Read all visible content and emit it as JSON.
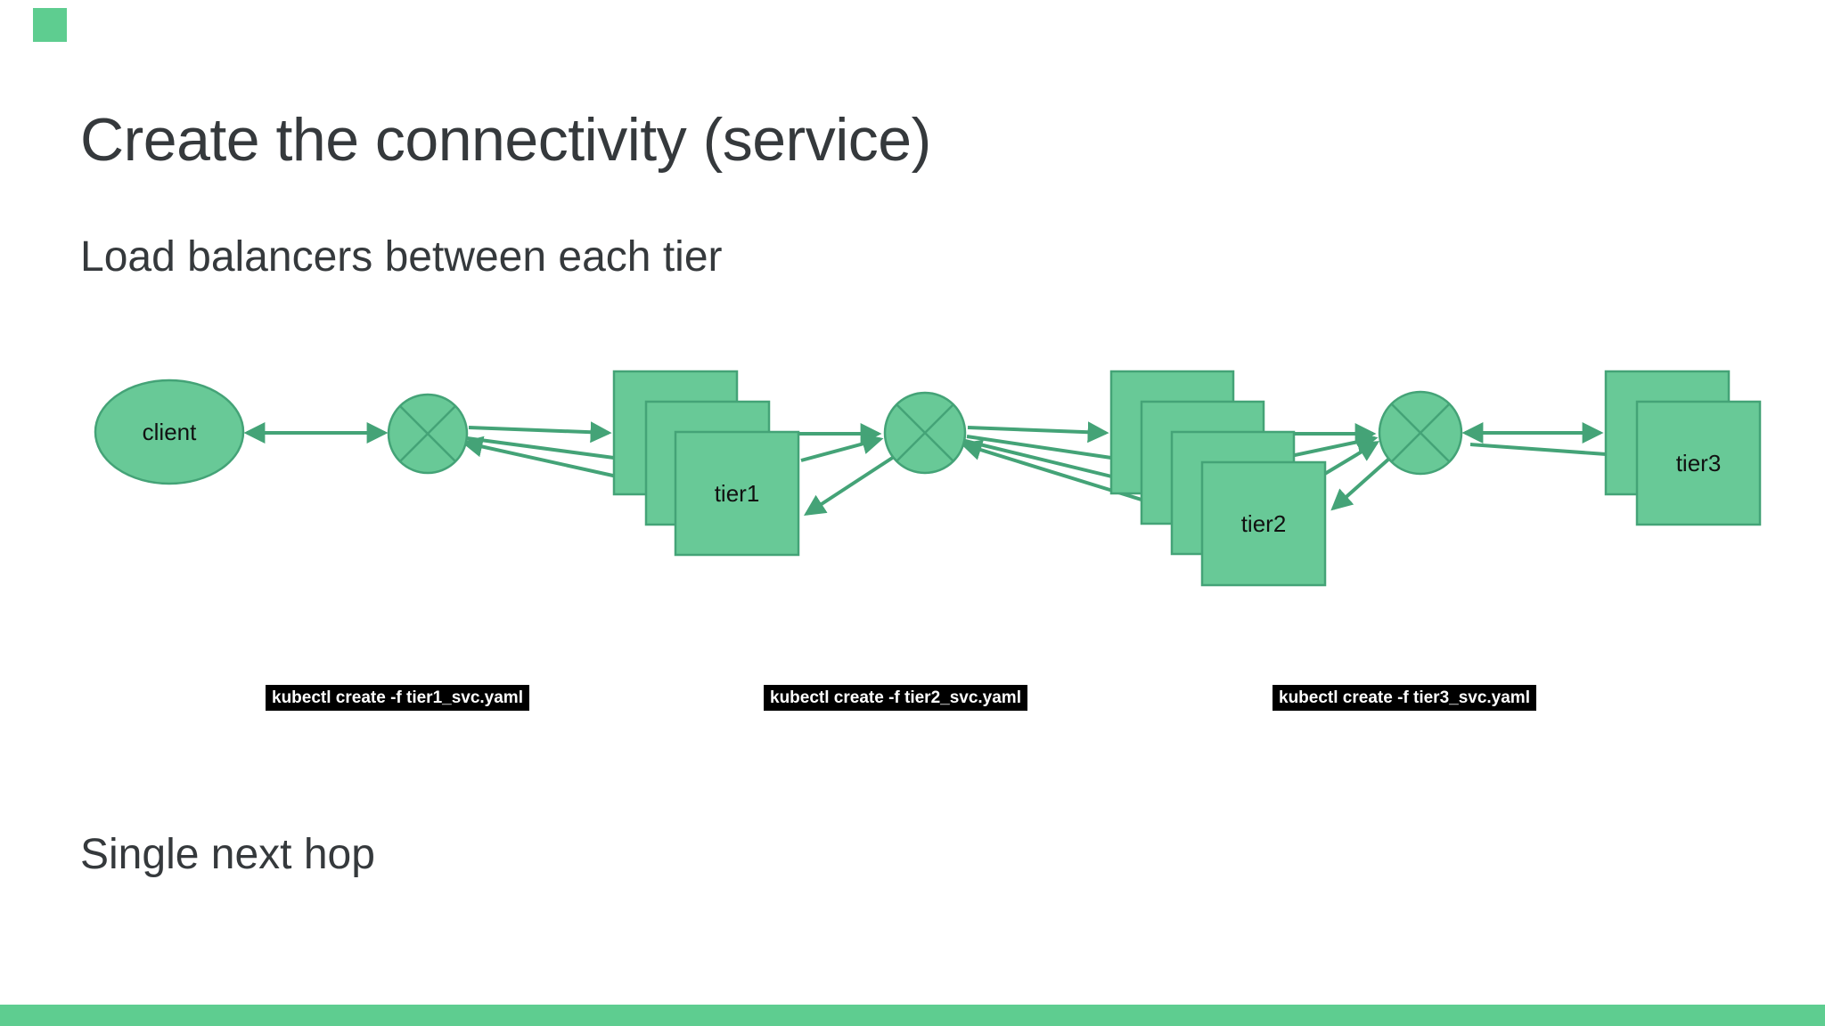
{
  "slide": {
    "title": "Create the connectivity (service)",
    "subtitle": "Load balancers between each tier",
    "footer_note": "Single next hop"
  },
  "diagram": {
    "client_label": "client",
    "tier1_label": "tier1",
    "tier2_label": "tier2",
    "tier3_label": "tier3",
    "load_balancer_icon": "circle-with-x-icon",
    "commands": [
      {
        "text": "kubectl create -f tier1_svc.yaml"
      },
      {
        "text": "kubectl create -f tier2_svc.yaml"
      },
      {
        "text": "kubectl create -f tier3_svc.yaml"
      }
    ]
  },
  "colors": {
    "shape-fill": "#68c997",
    "shape-stroke": "#44a377",
    "accent-green": "#5ecd90",
    "text-dark": "#35393c",
    "command-bg": "#000000",
    "command-text": "#ffffff"
  }
}
